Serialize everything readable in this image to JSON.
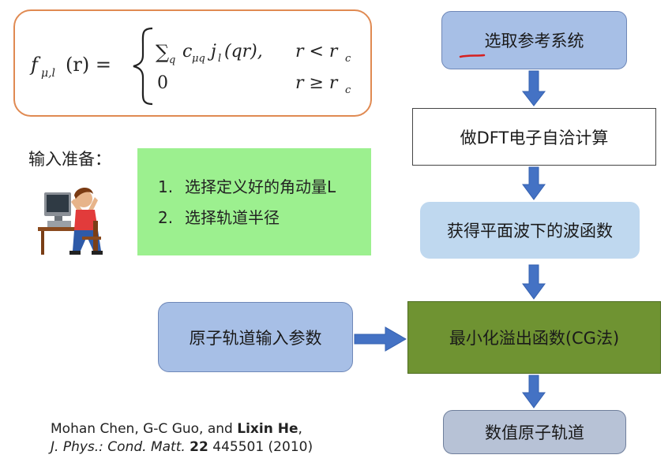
{
  "formula": {
    "lhs": "f",
    "lhs_sub": "μ,l",
    "lhs_arg": "(r) =",
    "case1_sum": "∑",
    "case1_sum_sub": "q",
    "case1_coef": "c",
    "case1_coef_sub": "μq",
    "case1_bessel": "j",
    "case1_bessel_sub": "l",
    "case1_bessel_arg": "(qr),",
    "case1_cond": "r < r",
    "case1_cond_sub": "c",
    "case2_value": "0",
    "case2_cond": "r ≥ r",
    "case2_cond_sub": "c"
  },
  "prep_label": "输入准备：",
  "steps": [
    {
      "num": "1.",
      "text": "选择定义好的角动量L"
    },
    {
      "num": "2.",
      "text": "选择轨道半径"
    }
  ],
  "flow": {
    "select_ref": "选取参考系统",
    "dft": "做DFT电子自洽计算",
    "wave": "获得平面波下的波函数",
    "minimize": "最小化溢出函数(CG法)",
    "input_params": "原子轨道输入参数",
    "numeric_orbital": "数值原子轨道"
  },
  "colors": {
    "arrow": "#4472c4",
    "formula_border": "#e08a52",
    "steps_bg": "#9cf08f",
    "minimize_bg": "#6f9332"
  },
  "citation": {
    "authors_plain": "Mohan Chen, G-C Guo, and ",
    "authors_bold": "Lixin He",
    "authors_tail": ",",
    "journal": "J. Phys.: Cond. Matt.",
    "volume": "22",
    "pages_year": "445501 (2010)"
  }
}
